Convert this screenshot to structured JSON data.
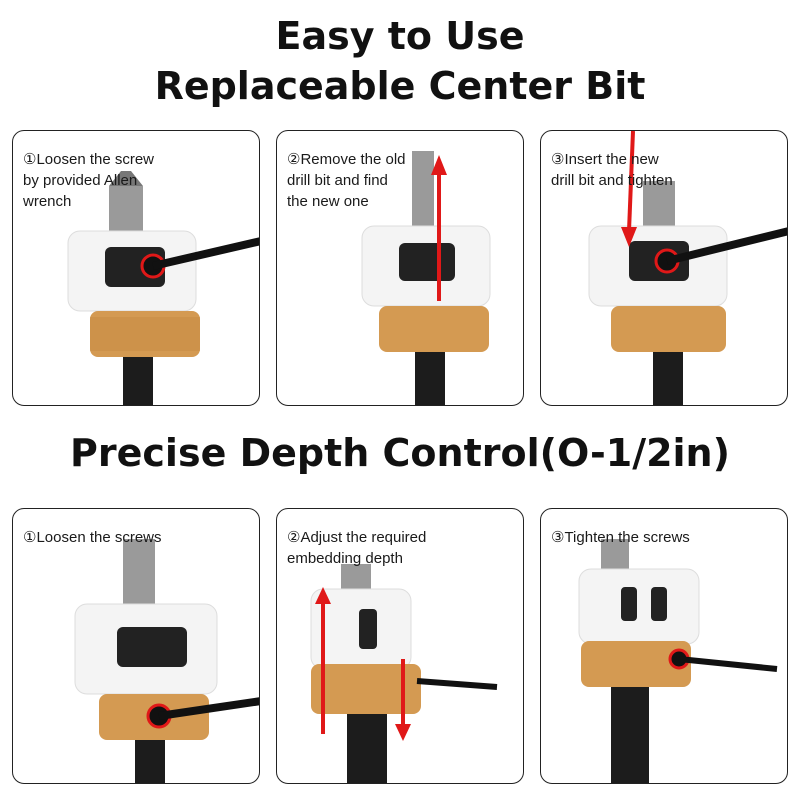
{
  "headings": {
    "line1": "Easy to Use",
    "line2": "Replaceable Center Bit",
    "line3": "Precise Depth Control(O-1/2in)"
  },
  "colors": {
    "arrow": "#e01818",
    "brass": "#d49a52",
    "collar": "#f4f4f4",
    "shank": "#1c1c1c",
    "panel_border": "#222222"
  },
  "panels": [
    {
      "section": "replaceable-center-bit",
      "caption_lines": [
        "①Loosen the screw",
        "by provided Allen",
        "wrench"
      ]
    },
    {
      "section": "replaceable-center-bit",
      "caption_lines": [
        "②Remove the old",
        "drill bit and find",
        "the new one"
      ]
    },
    {
      "section": "replaceable-center-bit",
      "caption_lines": [
        "③Insert the new",
        "drill bit and tighten"
      ]
    },
    {
      "section": "precise-depth-control",
      "caption_lines": [
        "①Loosen the screws"
      ]
    },
    {
      "section": "precise-depth-control",
      "caption_lines": [
        "②Adjust the required",
        "embedding depth"
      ]
    },
    {
      "section": "precise-depth-control",
      "caption_lines": [
        "③Tighten the screws"
      ]
    }
  ]
}
